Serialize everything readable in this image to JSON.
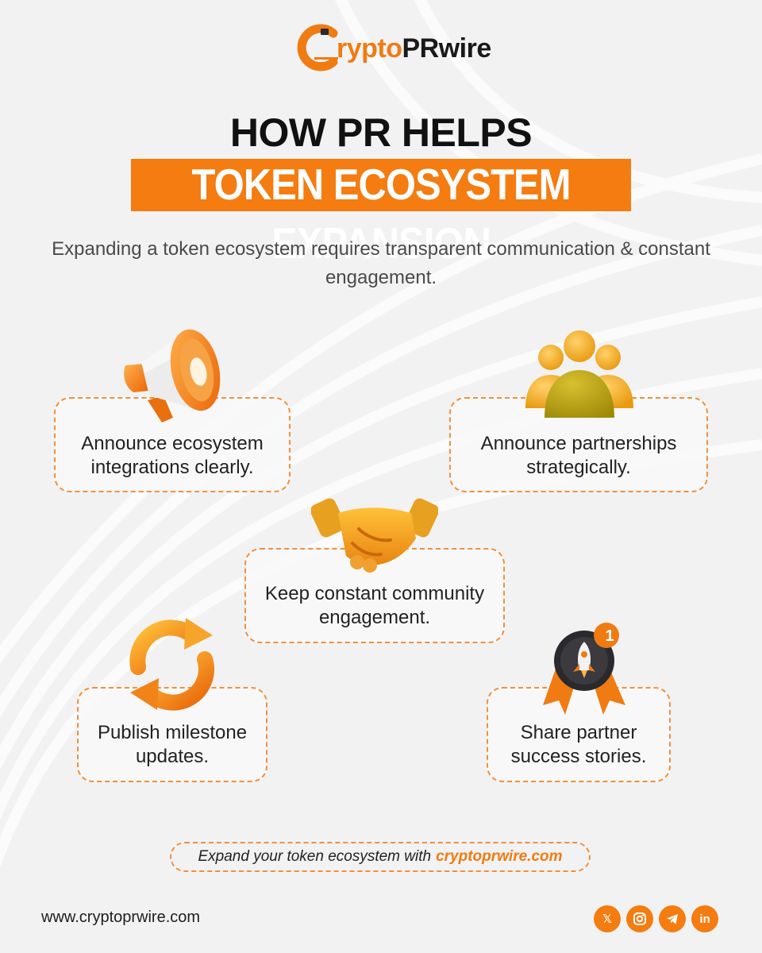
{
  "logo": {
    "text_a": "rypto",
    "text_b": "PRwire"
  },
  "title": {
    "line1": "HOW PR HELPS",
    "line2": "TOKEN ECOSYSTEM EXPANSION"
  },
  "intro": "Expanding a token ecosystem requires transparent communication & constant engagement.",
  "cards": [
    {
      "label": "Announce ecosystem integrations clearly.",
      "icon": "megaphone-icon"
    },
    {
      "label": "Announce partnerships strategically.",
      "icon": "people-group-icon"
    },
    {
      "label": "Keep constant community engagement.",
      "icon": "handshake-icon"
    },
    {
      "label": "Publish milestone updates.",
      "icon": "refresh-icon"
    },
    {
      "label": "Share partner success stories.",
      "icon": "rocket-medal-icon"
    }
  ],
  "medal_badge": "1",
  "cta": {
    "prefix": "Expand your token ecosystem with",
    "link": "cryptoprwire.com"
  },
  "footer": {
    "url": "www.cryptoprwire.com",
    "socials": [
      {
        "name": "x-icon",
        "glyph": "𝕏"
      },
      {
        "name": "instagram-icon",
        "glyph": ""
      },
      {
        "name": "telegram-icon",
        "glyph": ""
      },
      {
        "name": "linkedin-icon",
        "glyph": "in"
      }
    ]
  },
  "colors": {
    "accent": "#f47c10",
    "background": "#f2f2f3",
    "text": "#222222"
  }
}
